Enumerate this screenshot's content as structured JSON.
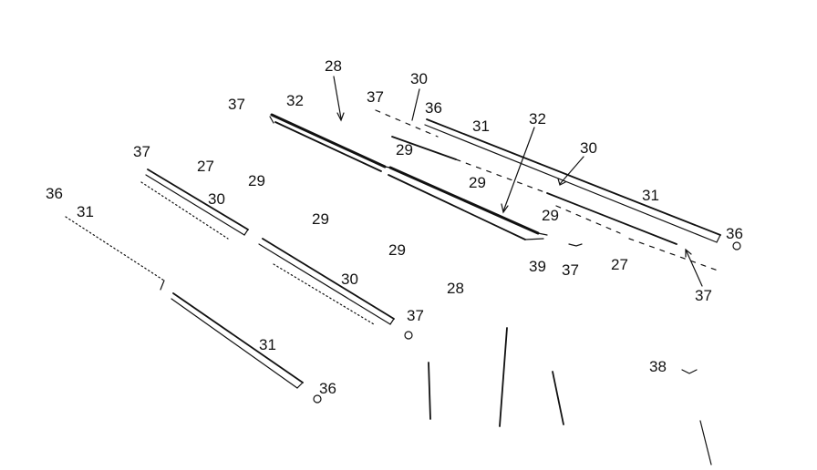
{
  "labels": {
    "n28_top": "28",
    "n28_mid": "28",
    "n37_a": "37",
    "n37_b": "37",
    "n37_c": "37",
    "n37_d": "37",
    "n37_e": "37",
    "n37_f": "37",
    "n32_a": "32",
    "n32_b": "32",
    "n30_a": "30",
    "n30_b": "30",
    "n30_c": "30",
    "n30_d": "30",
    "n36_a": "36",
    "n36_b": "36",
    "n36_c": "36",
    "n36_d": "36",
    "n31_a": "31",
    "n31_b": "31",
    "n31_c": "31",
    "n31_d": "31",
    "n29_a": "29",
    "n29_b": "29",
    "n29_c": "29",
    "n29_d": "29",
    "n29_e": "29",
    "n29_f": "29",
    "n27_a": "27",
    "n27_b": "27",
    "n39": "39",
    "n38": "38"
  }
}
